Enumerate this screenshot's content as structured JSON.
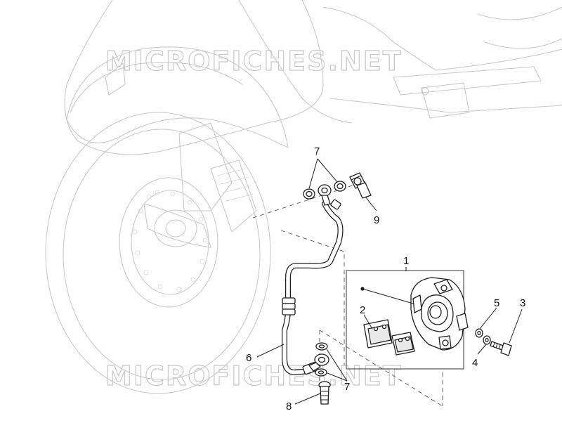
{
  "watermark": {
    "text": "MICROFICHES.NET"
  },
  "callouts": [
    {
      "id": "1",
      "label": "1"
    },
    {
      "id": "2",
      "label": "2"
    },
    {
      "id": "3",
      "label": "3"
    },
    {
      "id": "4",
      "label": "4"
    },
    {
      "id": "5",
      "label": "5"
    },
    {
      "id": "6",
      "label": "6"
    },
    {
      "id": "7a",
      "label": "7"
    },
    {
      "id": "7b",
      "label": "7"
    },
    {
      "id": "8",
      "label": "8"
    },
    {
      "id": "9",
      "label": "9"
    }
  ],
  "colors": {
    "line": "#1e1e1e",
    "ghost": "#c9c9c9",
    "background": "#ffffff"
  }
}
